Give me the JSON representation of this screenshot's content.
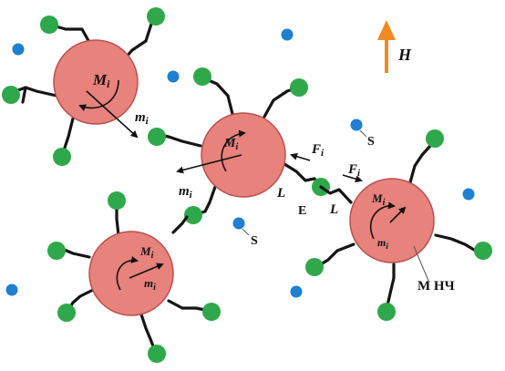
{
  "labels": {
    "field": "H",
    "moment": "M",
    "moment_sub": "i",
    "spin": "m",
    "spin_sub": "i",
    "force": "F",
    "force_sub": "i",
    "ligand_length": "L",
    "element": "E",
    "solvent": "S",
    "particle": "М НЧ"
  },
  "colors": {
    "particle": "#e8827c",
    "particle_border": "#b8504e",
    "ligand_bead": "#2ea84a",
    "solvent_ion": "#1f7fd0",
    "field_arrow": "#f08a22"
  }
}
